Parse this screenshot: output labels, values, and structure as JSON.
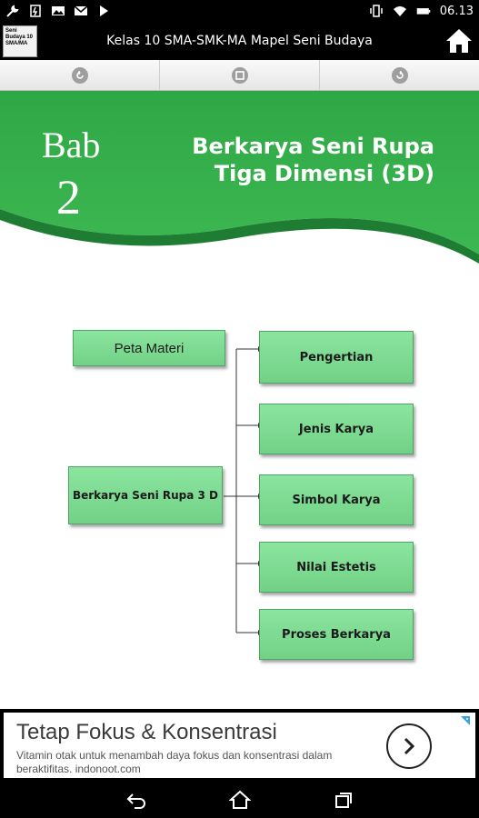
{
  "status_bar": {
    "time": "06.13",
    "left_icons": [
      "wrench-icon",
      "battery-saver-icon",
      "image-icon",
      "mail-icon",
      "play-store-icon"
    ],
    "right_icons": [
      "vibrate-icon",
      "wifi-icon",
      "battery-icon"
    ]
  },
  "app_bar": {
    "logo_text": "Seni Budaya 10 SMA/MA",
    "title": "Kelas 10 SMA-SMK-MA Mapel Seni Budaya"
  },
  "nav_toolbar": {
    "items": [
      "back-icon",
      "menu-icon",
      "forward-icon"
    ]
  },
  "chapter": {
    "bab_word": "Bab",
    "bab_number": "2",
    "title_line1": "Berkarya Seni Rupa",
    "title_line2": "Tiga Dimensi (3D)"
  },
  "concept_map": {
    "header_label": "Peta Materi",
    "main_topic": "Berkarya Seni Rupa 3 D",
    "subtopics": [
      "Pengertian",
      "Jenis Karya",
      "Simbol Karya",
      "Nilai Estetis",
      "Proses Berkarya"
    ]
  },
  "ad": {
    "title": "Tetap Fokus & Konsentrasi",
    "description": "Vitamin otak untuk menambah daya fokus dan konsentrasi dalam beraktifitas. indonoot.com"
  },
  "colors": {
    "banner_green": "#37b24d",
    "box_green": "#7ddb92"
  }
}
